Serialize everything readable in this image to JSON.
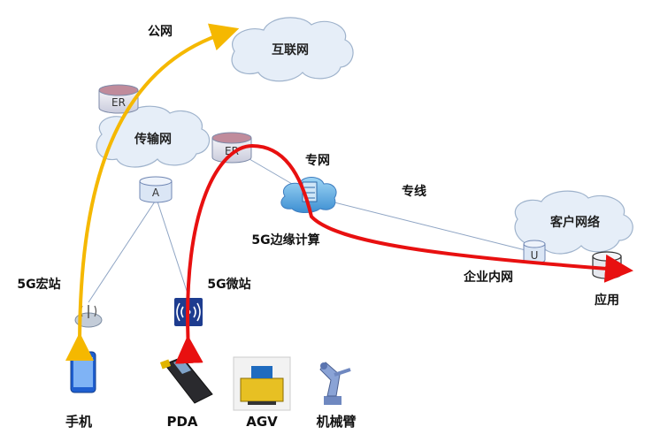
{
  "labels": {
    "internet": "互联网",
    "transport_network": "传输网",
    "customer_network": "客户网络",
    "public_network": "公网",
    "private_network": "专网",
    "dedicated_line": "专线",
    "edge_computing": "5G边缘计算",
    "enterprise_intranet": "企业内网",
    "macro_station": "5G宏站",
    "micro_station": "5G微站",
    "application": "应用",
    "phone": "手机",
    "pda": "PDA",
    "agv": "AGV",
    "robot_arm": "机械臂"
  },
  "nodes": {
    "er_top": "ER",
    "er_mid": "ER",
    "a_node": "A",
    "u_node": "U"
  },
  "colors": {
    "public_path": "#f5b800",
    "private_path": "#e81010",
    "private_label": "#e81010",
    "public_label": "#f5b800",
    "link": "#8fa5c4"
  }
}
